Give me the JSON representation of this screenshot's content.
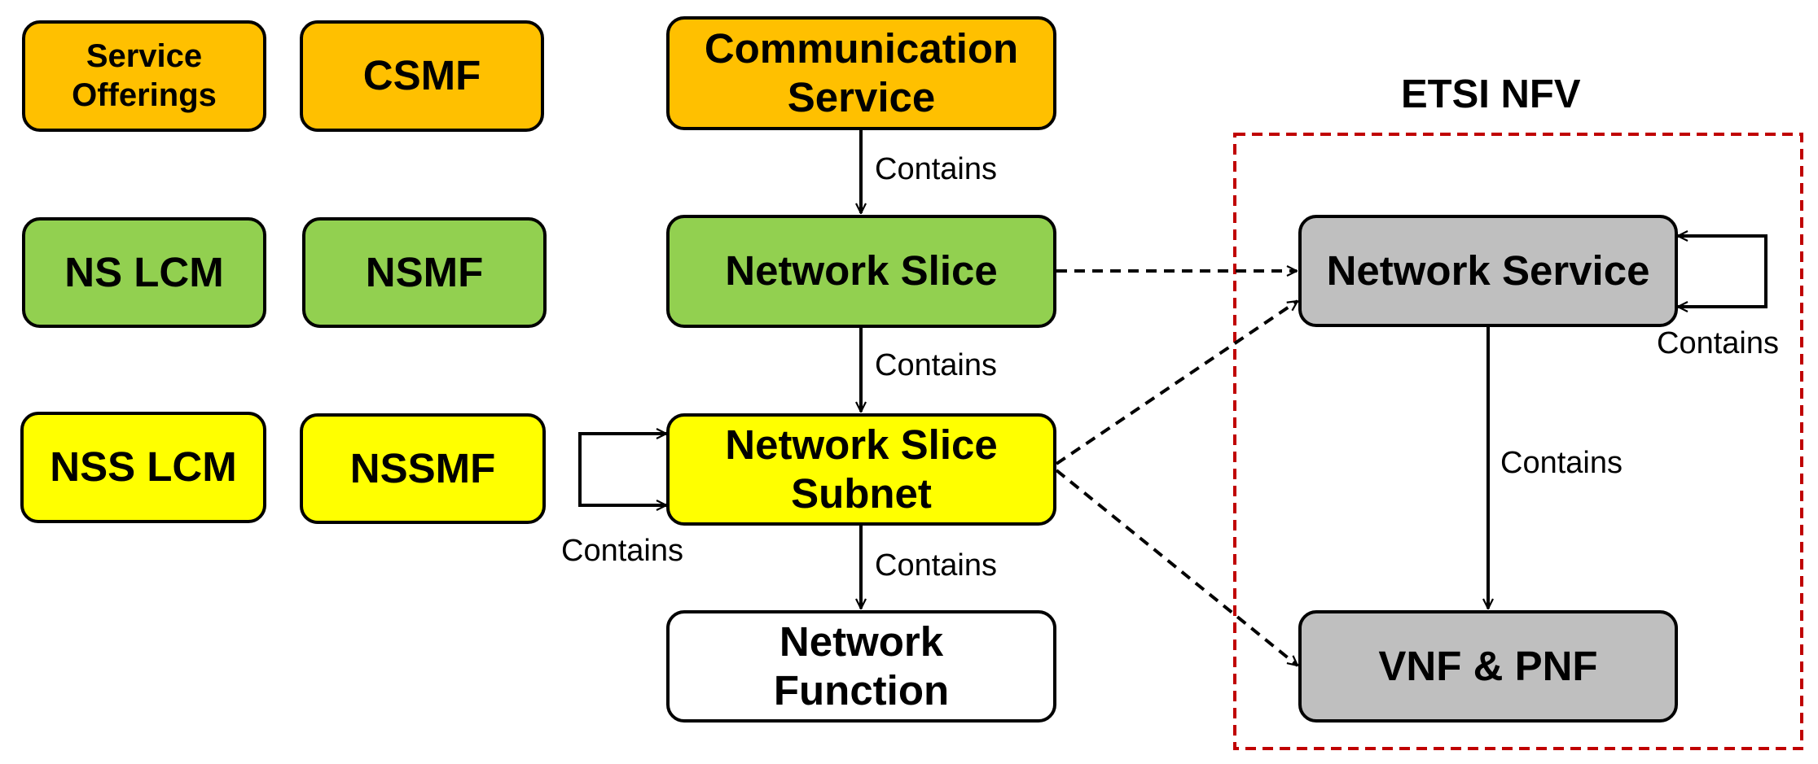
{
  "legend": {
    "service_offerings": "Service\nOfferings",
    "csmf": "CSMF",
    "ns_lcm": "NS LCM",
    "nsmf": "NSMF",
    "nss_lcm": "NSS LCM",
    "nssmf": "NSSMF"
  },
  "nodes": {
    "communication_service": "Communication\nService",
    "network_slice": "Network Slice",
    "network_slice_subnet": "Network Slice\nSubnet",
    "network_function": "Network\nFunction",
    "network_service": "Network Service",
    "vnf_pnf": "VNF & PNF"
  },
  "etsi_title": "ETSI NFV",
  "edge_labels": {
    "cs_to_slice": "Contains",
    "slice_to_subnet": "Contains",
    "subnet_self": "Contains",
    "subnet_to_function": "Contains",
    "service_self": "Contains",
    "service_to_vnf": "Contains"
  },
  "colors": {
    "orange": "#FFC000",
    "green": "#92D050",
    "yellow": "#FFFF00",
    "gray": "#BFBFBF",
    "etsi_border": "#C00000"
  }
}
